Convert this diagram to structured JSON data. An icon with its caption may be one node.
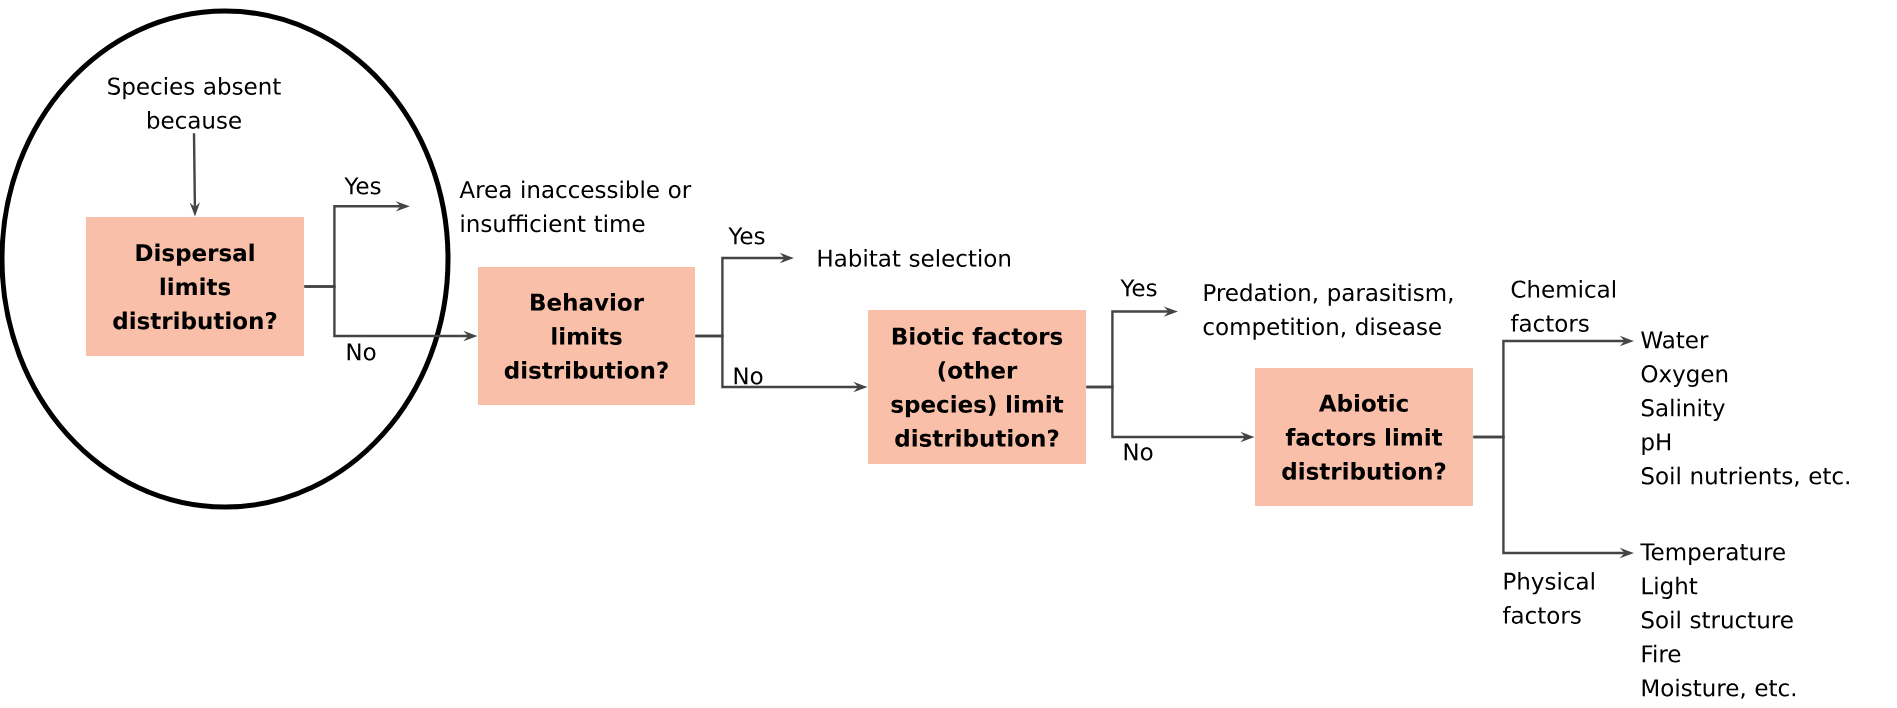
{
  "diagram": {
    "nodes": [
      {
        "text": [],
        "shape": "circle"
      },
      {
        "text": [
          "Species absent because"
        ],
        "in": 0
      },
      {
        "text": [
          "Dispersal limits distribution?"
        ],
        "in": 0
      },
      {
        "text": [
          "Area inaccessible or insufficient time"
        ]
      },
      {
        "text": [
          "Behavior limits distribution?"
        ]
      },
      {
        "text": [
          "Habitat selection"
        ]
      },
      {
        "text": [
          "Biotic factors (other species) limit distribution?"
        ]
      },
      {
        "text": [
          "Predation, parasitism, competition, disease"
        ]
      },
      {
        "text": [
          "Abiotic factors limit distribution?"
        ]
      },
      {
        "text": [
          "Water",
          "Oxygen",
          "Salinity",
          "pH",
          "Soil nutrients, etc."
        ]
      },
      {
        "text": [
          "Temperature",
          "Light",
          "Soil structure",
          "Fire",
          "Moisture, etc."
        ]
      }
    ],
    "edges": [
      {
        "from": 1,
        "to": 2,
        "arrow": "to"
      },
      {
        "from": 2,
        "to": 3,
        "arrow": "to",
        "label": "Yes"
      },
      {
        "from": 2,
        "to": 4,
        "arrow": "to",
        "label": "No"
      },
      {
        "from": 4,
        "to": 5,
        "arrow": "to",
        "label": "Yes"
      },
      {
        "from": 4,
        "to": 6,
        "arrow": "to",
        "label": "No"
      },
      {
        "from": 6,
        "to": 7,
        "arrow": "to",
        "label": "Yes"
      },
      {
        "from": 6,
        "to": 8,
        "arrow": "to",
        "label": "No"
      },
      {
        "from": 8,
        "to": 9,
        "arrow": "to",
        "label": "Chemical factors"
      },
      {
        "from": 8,
        "to": 10,
        "arrow": "to",
        "label": "Physical factors"
      }
    ]
  }
}
